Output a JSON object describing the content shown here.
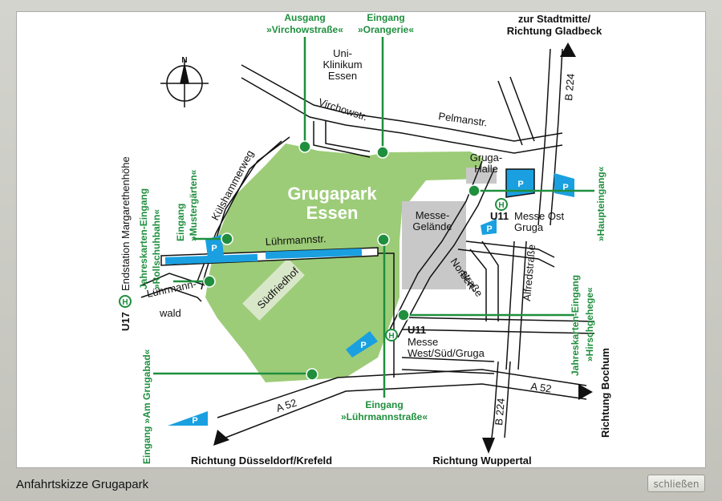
{
  "window": {
    "caption": "Anfahrtskizze Grugapark",
    "close_label": "schließen"
  },
  "map": {
    "park_name_line1": "Grugapark",
    "park_name_line2": "Essen",
    "streets": {
      "virchowstr": "Virchowstr.",
      "pelmanstr": "Pelmanstr.",
      "kuelshammerweg": "Külshammerweg",
      "luehrmannstr": "Lührmannstr.",
      "luehrmannwald1": "Lührmann-",
      "luehrmannwald2": "wald",
      "norbertstr1": "Norbert-",
      "norbertstr2": "straße",
      "alfredstr": "Alfredstraße",
      "a52_left": "A 52",
      "a52_right": "A 52",
      "b224_top": "B 224",
      "b224_bottom": "B 224",
      "suedfriedhof": "Südfriedhof"
    },
    "places": {
      "klinikum1": "Uni-",
      "klinikum2": "Klinikum",
      "klinikum3": "Essen",
      "gruga_halle1": "Gruga-",
      "gruga_halle2": "Halle",
      "messe1": "Messe-",
      "messe2": "Gelände"
    },
    "directions": {
      "top_right1": "zur Stadtmitte/",
      "top_right2": "Richtung Gladbeck",
      "bottom_left": "Richtung Düsseldorf/Krefeld",
      "bottom_mid": "Richtung Wuppertal",
      "right": "Richtung Bochum",
      "left_end": "U17",
      "left_end_text": "Endstation Margarethenhöhe"
    },
    "stations": {
      "ost_line": "U11",
      "ost_name1": "Messe Ost",
      "ost_name2": "Gruga",
      "west_line": "U11",
      "west_name1": "Messe",
      "west_name2": "West/Süd/Gruga"
    },
    "entrances": {
      "ausgang_virchow1": "Ausgang",
      "ausgang_virchow2": "»Virchowstraße«",
      "eingang_orangerie1": "Eingang",
      "eingang_orangerie2": "»Orangerie«",
      "eingang_luehrmann1": "Eingang",
      "eingang_luehrmann2": "»Lührmannstraße«",
      "hauptgang": "»Haupteingang«",
      "hirschgehege1": "Jahreskarten-Eingang",
      "hirschgehege2": "»Hirschgehege«",
      "grugabad": "Eingang »Am Grugabad«",
      "mustergaerten1": "Eingang",
      "mustergaerten2": "»Mustergärten«",
      "rollschuhbahn1": "Jahreskarten-Eingang",
      "rollschuhbahn2": "»Rollschuhbahn«"
    },
    "compass_letter": "N",
    "parking_letter": "P",
    "colors": {
      "park": "#9dcc78",
      "parking": "#1aa0e0",
      "entrance": "#1f8f3e",
      "building": "#c8c8c8"
    }
  }
}
